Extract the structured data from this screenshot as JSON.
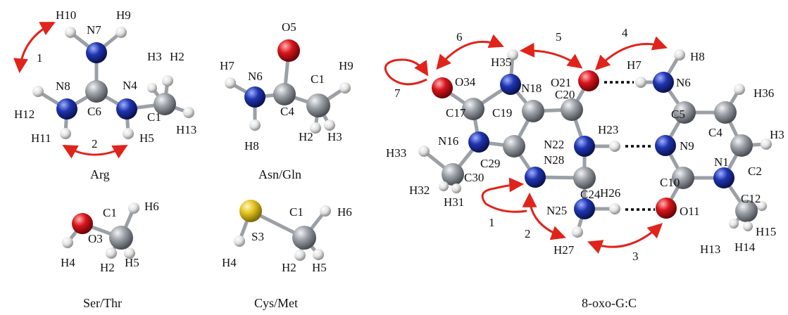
{
  "colors": {
    "carbon": "#8a8f96",
    "nitrogen": "#1b2fa3",
    "oxygen": "#d10f16",
    "sulfur": "#e3c21d",
    "hydrogen": "#eeeeee",
    "bond": "#9aa0a6",
    "arrow": "#e0241b",
    "hbond": "#000000"
  },
  "arg": {
    "caption": "Arg",
    "labels": {
      "h10": "H10",
      "h9": "H9",
      "n7": "N7",
      "h3": "H3",
      "h2": "H2",
      "n8": "N8",
      "n4": "N4",
      "c6": "C6",
      "c1": "C1",
      "h12": "H12",
      "h13": "H13",
      "h11": "H11",
      "h5": "H5"
    },
    "arrow_labels": [
      "1",
      "2"
    ]
  },
  "asn": {
    "caption": "Asn/Gln",
    "labels": {
      "o5": "O5",
      "h7": "H7",
      "n6": "N6",
      "c1": "C1",
      "h9": "H9",
      "c4": "C4",
      "h8": "H8",
      "h2": "H2",
      "h3": "H3"
    }
  },
  "ser": {
    "caption": "Ser/Thr",
    "labels": {
      "c1": "C1",
      "h6": "H6",
      "o3": "O3",
      "h4": "H4",
      "h2": "H2",
      "h5": "H5"
    }
  },
  "cys": {
    "caption": "Cys/Met",
    "labels": {
      "c1": "C1",
      "h6": "H6",
      "s3": "S3",
      "h4": "H4",
      "h2": "H2",
      "h5": "H5"
    }
  },
  "pair": {
    "caption": "8-oxo-G:C",
    "labels": {
      "h35": "H35",
      "n18": "N18",
      "o21": "O21",
      "h7": "H7",
      "n6": "N6",
      "h8": "H8",
      "o34": "O34",
      "c20": "C20",
      "c17": "C17",
      "c19": "C19",
      "c5": "C5",
      "c4": "C4",
      "h36": "H36",
      "n16": "N16",
      "n22": "N22",
      "h23": "H23",
      "n9": "N9",
      "h3": "H3",
      "h33": "H33",
      "c29": "C29",
      "n28": "N28",
      "c30": "C30",
      "c24": "C24",
      "c10": "C10",
      "n1": "N1",
      "c2": "C2",
      "h32": "H32",
      "h31": "H31",
      "h26": "H26",
      "c12": "C12",
      "n25": "N25",
      "o11": "O11",
      "h15": "H15",
      "h27": "H27",
      "h13": "H13",
      "h14": "H14"
    },
    "arrow_labels": [
      "6",
      "5",
      "4",
      "7",
      "1",
      "2",
      "3"
    ]
  }
}
